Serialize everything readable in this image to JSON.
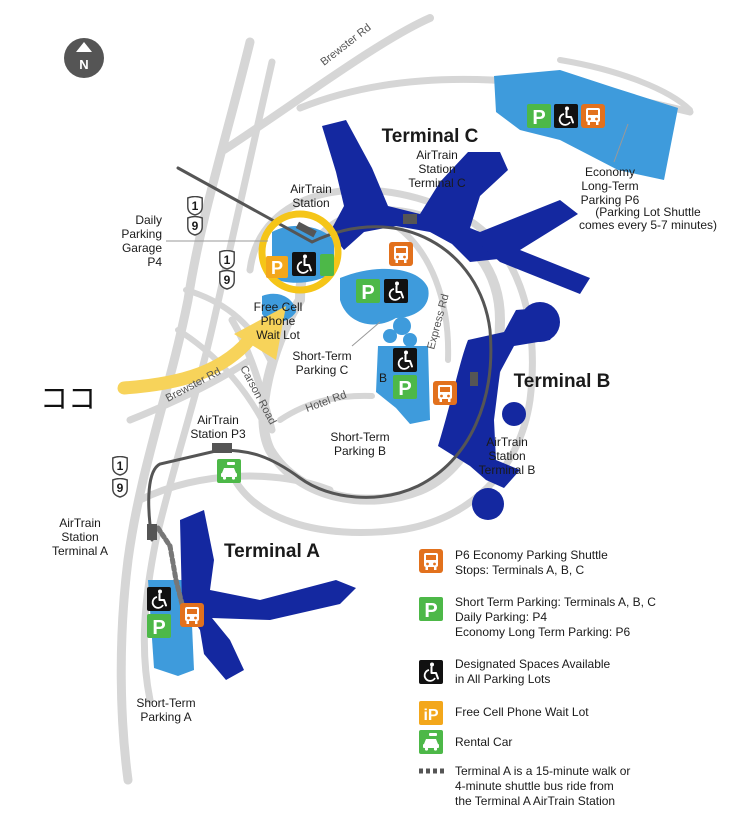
{
  "map": {
    "north_label": "N",
    "annotation": "ココ",
    "terminals": [
      {
        "id": "c",
        "label": "Terminal C"
      },
      {
        "id": "b",
        "label": "Terminal B"
      },
      {
        "id": "a",
        "label": "Terminal A"
      }
    ],
    "airtrain_stations": [
      {
        "id": "p4",
        "lines": [
          "AirTrain",
          "Station"
        ]
      },
      {
        "id": "c",
        "lines": [
          "AirTrain",
          "Station",
          "Terminal C"
        ]
      },
      {
        "id": "b",
        "lines": [
          "AirTrain",
          "Station",
          "Terminal B"
        ]
      },
      {
        "id": "p3",
        "lines": [
          "AirTrain",
          "Station P3"
        ]
      },
      {
        "id": "a",
        "lines": [
          "AirTrain",
          "Station",
          "Terminal A"
        ]
      }
    ],
    "parking": {
      "p4": [
        "Daily",
        "Parking",
        "Garage",
        "P4"
      ],
      "cell_lot": [
        "Free Cell",
        "Phone",
        "Wait Lot"
      ],
      "short_c": [
        "Short-Term",
        "Parking C"
      ],
      "short_b": [
        "Short-Term",
        "Parking B"
      ],
      "short_a": [
        "Short-Term",
        "Parking A"
      ],
      "p6": [
        "Economy",
        "Long-Term",
        "Parking P6"
      ],
      "p6_note": [
        "(Parking Lot Shuttle",
        "comes every 5-7 minutes)"
      ],
      "b_marker": "B"
    },
    "roads": {
      "brewster": "Brewster Rd",
      "brewster_lower": "Brewster Rd",
      "carson": "Carson Road",
      "hotel": "Hotel Rd",
      "express": "Express Rd",
      "route_1": "1",
      "route_9": "9"
    },
    "icons": {
      "parking": "P",
      "cell_phone": "iP"
    }
  },
  "legend": [
    {
      "icon": "shuttle-bus-icon",
      "color": "#E2711D",
      "lines": [
        "P6 Economy Parking Shuttle",
        "Stops: Terminals A, B, C"
      ]
    },
    {
      "icon": "parking-icon",
      "color": "#4DB848",
      "lines": [
        "Short Term Parking: Terminals A, B, C",
        "Daily Parking: P4",
        "Economy Long Term Parking: P6"
      ]
    },
    {
      "icon": "accessible-icon",
      "color": "#111111",
      "lines": [
        "Designated Spaces Available",
        "in All Parking Lots"
      ]
    },
    {
      "icon": "cell-phone-lot-icon",
      "color": "#F3A71B",
      "lines": [
        "Free Cell Phone Wait Lot"
      ]
    },
    {
      "icon": "rental-car-icon",
      "color": "#4DB848",
      "lines": [
        "Rental Car"
      ]
    },
    {
      "icon": "walkway-icon",
      "color": "#555555",
      "lines": [
        "Terminal A is a 15-minute walk or",
        "4-minute shuttle bus ride from",
        "the Terminal A AirTrain Station"
      ]
    }
  ],
  "colors": {
    "terminal": "#1428A0",
    "parking_lot": "#3E9BDC",
    "road": "#D6D6D6",
    "airtrain": "#555555",
    "highlight": "#F5C518",
    "arrow": "#F7D35A"
  }
}
